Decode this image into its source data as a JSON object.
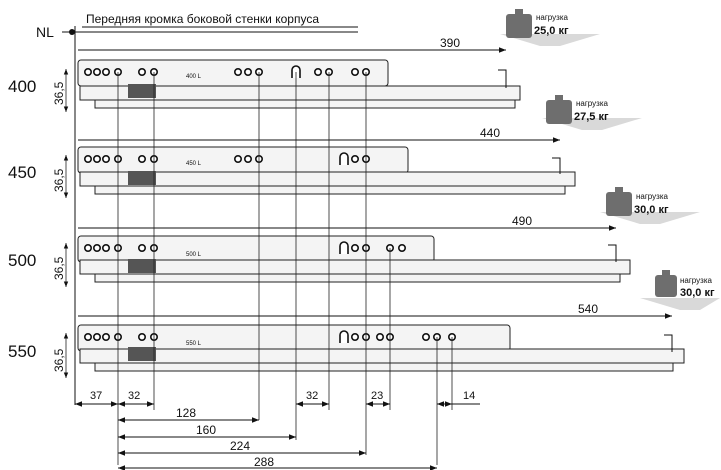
{
  "header": {
    "nl_label": "NL",
    "front_edge_label": "Передняя кромка боковой стенки корпуса"
  },
  "load_label": "нагрузка",
  "rows": [
    {
      "size": "400",
      "height": "36,5",
      "length": "390",
      "load": "25,0 кг",
      "small_label": "400 L"
    },
    {
      "size": "450",
      "height": "36,5",
      "length": "440",
      "load": "27,5 кг",
      "small_label": "450 L"
    },
    {
      "size": "500",
      "height": "36,5",
      "length": "490",
      "load": "30,0 кг",
      "small_label": "500 L"
    },
    {
      "size": "550",
      "height": "36,5",
      "length": "540",
      "load": "30,0 кг",
      "small_label": "550 L"
    }
  ],
  "bottom_dims": {
    "d37": "37",
    "d32a": "32",
    "d32b": "32",
    "d23": "23",
    "d14": "14",
    "d128": "128",
    "d160": "160",
    "d224": "224",
    "d288": "288"
  },
  "colors": {
    "line": "#111111",
    "rail": "#f4f4f4",
    "weight": "#6e6e6e",
    "arrow": "#d9d9d9"
  }
}
